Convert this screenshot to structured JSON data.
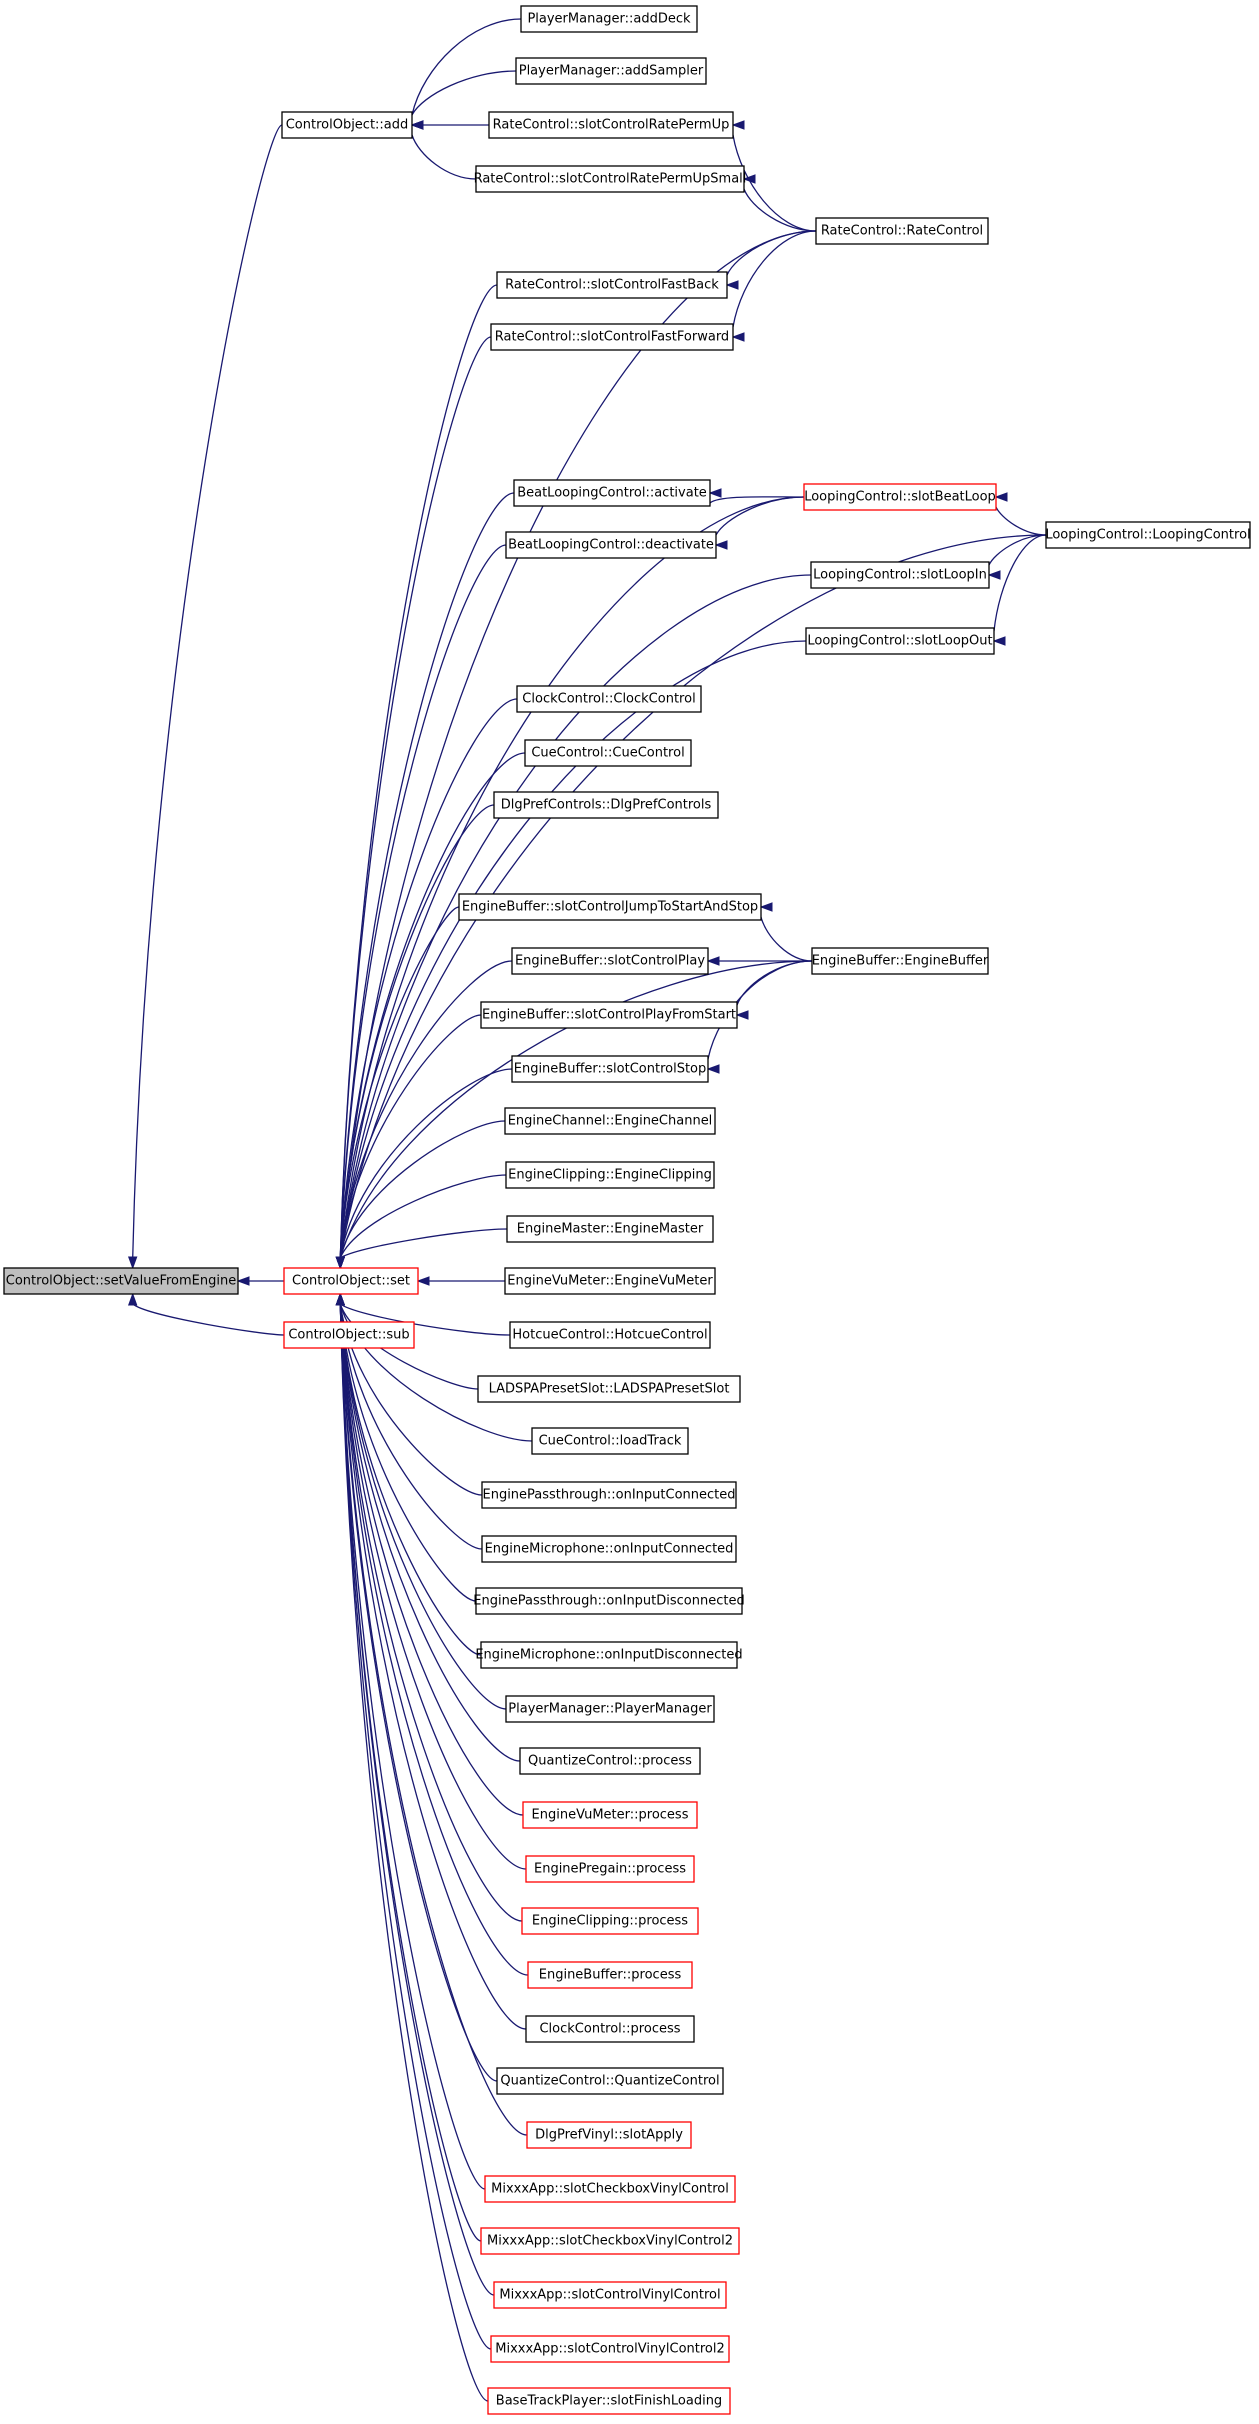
{
  "diagram": {
    "type": "call-graph",
    "nodes": [
      {
        "id": "root",
        "label": "ControlObject::setValueFromEngine",
        "style": "root"
      },
      {
        "id": "set",
        "label": "ControlObject::set",
        "style": "red"
      },
      {
        "id": "sub",
        "label": "ControlObject::sub",
        "style": "red"
      },
      {
        "id": "add",
        "label": "ControlObject::add",
        "style": "normal"
      },
      {
        "id": "pm_addDeck",
        "label": "PlayerManager::addDeck",
        "style": "normal"
      },
      {
        "id": "pm_addSampler",
        "label": "PlayerManager::addSampler",
        "style": "normal"
      },
      {
        "id": "rc_permUp",
        "label": "RateControl::slotControlRatePermUp",
        "style": "normal"
      },
      {
        "id": "rc_permUpSmall",
        "label": "RateControl::slotControlRatePermUpSmall",
        "style": "normal"
      },
      {
        "id": "rc_ctor",
        "label": "RateControl::RateControl",
        "style": "normal"
      },
      {
        "id": "rc_fastBack",
        "label": "RateControl::slotControlFastBack",
        "style": "normal"
      },
      {
        "id": "rc_fastFwd",
        "label": "RateControl::slotControlFastForward",
        "style": "normal"
      },
      {
        "id": "blc_activate",
        "label": "BeatLoopingControl::activate",
        "style": "normal"
      },
      {
        "id": "lc_beatLoop",
        "label": "LoopingControl::slotBeatLoop",
        "style": "red"
      },
      {
        "id": "lc_ctor",
        "label": "LoopingControl::LoopingControl",
        "style": "normal"
      },
      {
        "id": "blc_deactivate",
        "label": "BeatLoopingControl::deactivate",
        "style": "normal"
      },
      {
        "id": "lc_loopIn",
        "label": "LoopingControl::slotLoopIn",
        "style": "normal"
      },
      {
        "id": "lc_loopOut",
        "label": "LoopingControl::slotLoopOut",
        "style": "normal"
      },
      {
        "id": "cc_ctor",
        "label": "ClockControl::ClockControl",
        "style": "normal"
      },
      {
        "id": "cue_ctor",
        "label": "CueControl::CueControl",
        "style": "normal"
      },
      {
        "id": "dlg_ctor",
        "label": "DlgPrefControls::DlgPrefControls",
        "style": "normal"
      },
      {
        "id": "eb_jump",
        "label": "EngineBuffer::slotControlJumpToStartAndStop",
        "style": "normal"
      },
      {
        "id": "eb_play",
        "label": "EngineBuffer::slotControlPlay",
        "style": "normal"
      },
      {
        "id": "eb_ctor",
        "label": "EngineBuffer::EngineBuffer",
        "style": "normal"
      },
      {
        "id": "eb_playStart",
        "label": "EngineBuffer::slotControlPlayFromStart",
        "style": "normal"
      },
      {
        "id": "eb_stop",
        "label": "EngineBuffer::slotControlStop",
        "style": "normal"
      },
      {
        "id": "ech_ctor",
        "label": "EngineChannel::EngineChannel",
        "style": "normal"
      },
      {
        "id": "eclip_ctor",
        "label": "EngineClipping::EngineClipping",
        "style": "normal"
      },
      {
        "id": "em_ctor",
        "label": "EngineMaster::EngineMaster",
        "style": "normal"
      },
      {
        "id": "evu_ctor",
        "label": "EngineVuMeter::EngineVuMeter",
        "style": "normal"
      },
      {
        "id": "hc_ctor",
        "label": "HotcueControl::HotcueControl",
        "style": "normal"
      },
      {
        "id": "ladspa_ctor",
        "label": "LADSPAPresetSlot::LADSPAPresetSlot",
        "style": "normal"
      },
      {
        "id": "cue_load",
        "label": "CueControl::loadTrack",
        "style": "normal"
      },
      {
        "id": "ep_conn",
        "label": "EnginePassthrough::onInputConnected",
        "style": "normal"
      },
      {
        "id": "emic_conn",
        "label": "EngineMicrophone::onInputConnected",
        "style": "normal"
      },
      {
        "id": "ep_disc",
        "label": "EnginePassthrough::onInputDisconnected",
        "style": "normal"
      },
      {
        "id": "emic_disc",
        "label": "EngineMicrophone::onInputDisconnected",
        "style": "normal"
      },
      {
        "id": "pm_ctor",
        "label": "PlayerManager::PlayerManager",
        "style": "normal"
      },
      {
        "id": "qc_process",
        "label": "QuantizeControl::process",
        "style": "normal"
      },
      {
        "id": "evu_process",
        "label": "EngineVuMeter::process",
        "style": "red"
      },
      {
        "id": "epre_process",
        "label": "EnginePregain::process",
        "style": "red"
      },
      {
        "id": "eclip_process",
        "label": "EngineClipping::process",
        "style": "red"
      },
      {
        "id": "eb_process",
        "label": "EngineBuffer::process",
        "style": "red"
      },
      {
        "id": "cc_process",
        "label": "ClockControl::process",
        "style": "normal"
      },
      {
        "id": "qc_ctor",
        "label": "QuantizeControl::QuantizeControl",
        "style": "normal"
      },
      {
        "id": "dlgv_apply",
        "label": "DlgPrefVinyl::slotApply",
        "style": "red"
      },
      {
        "id": "mx_cb1",
        "label": "MixxxApp::slotCheckboxVinylControl",
        "style": "red"
      },
      {
        "id": "mx_cb2",
        "label": "MixxxApp::slotCheckboxVinylControl2",
        "style": "red"
      },
      {
        "id": "mx_vc1",
        "label": "MixxxApp::slotControlVinylControl",
        "style": "red"
      },
      {
        "id": "mx_vc2",
        "label": "MixxxApp::slotControlVinylControl2",
        "style": "red"
      },
      {
        "id": "btp_finish",
        "label": "BaseTrackPlayer::slotFinishLoading",
        "style": "red"
      }
    ],
    "edges": [
      [
        "add",
        "root"
      ],
      [
        "set",
        "root"
      ],
      [
        "sub",
        "root"
      ],
      [
        "pm_addDeck",
        "add"
      ],
      [
        "pm_addSampler",
        "add"
      ],
      [
        "rc_permUp",
        "add"
      ],
      [
        "rc_permUpSmall",
        "add"
      ],
      [
        "rc_ctor",
        "rc_permUp"
      ],
      [
        "rc_ctor",
        "rc_permUpSmall"
      ],
      [
        "rc_ctor",
        "rc_fastBack"
      ],
      [
        "rc_ctor",
        "rc_fastFwd"
      ],
      [
        "rc_ctor",
        "set"
      ],
      [
        "rc_fastBack",
        "set"
      ],
      [
        "rc_fastFwd",
        "set"
      ],
      [
        "lc_ctor",
        "set"
      ],
      [
        "blc_activate",
        "set"
      ],
      [
        "lc_beatLoop",
        "blc_activate"
      ],
      [
        "lc_beatLoop",
        "blc_deactivate"
      ],
      [
        "lc_ctor",
        "lc_beatLoop"
      ],
      [
        "lc_beatLoop",
        "set"
      ],
      [
        "blc_deactivate",
        "set"
      ],
      [
        "lc_ctor",
        "lc_loopIn"
      ],
      [
        "lc_ctor",
        "lc_loopOut"
      ],
      [
        "lc_loopIn",
        "set"
      ],
      [
        "lc_loopOut",
        "set"
      ],
      [
        "cc_ctor",
        "set"
      ],
      [
        "cue_ctor",
        "set"
      ],
      [
        "dlg_ctor",
        "set"
      ],
      [
        "eb_ctor",
        "set"
      ],
      [
        "eb_ctor",
        "eb_jump"
      ],
      [
        "eb_ctor",
        "eb_play"
      ],
      [
        "eb_ctor",
        "eb_playStart"
      ],
      [
        "eb_ctor",
        "eb_stop"
      ],
      [
        "eb_jump",
        "set"
      ],
      [
        "eb_play",
        "set"
      ],
      [
        "eb_playStart",
        "set"
      ],
      [
        "eb_stop",
        "set"
      ],
      [
        "ech_ctor",
        "set"
      ],
      [
        "eclip_ctor",
        "set"
      ],
      [
        "em_ctor",
        "set"
      ],
      [
        "evu_ctor",
        "set"
      ],
      [
        "hc_ctor",
        "set"
      ],
      [
        "ladspa_ctor",
        "set"
      ],
      [
        "cue_load",
        "set"
      ],
      [
        "ep_conn",
        "set"
      ],
      [
        "emic_conn",
        "set"
      ],
      [
        "ep_disc",
        "set"
      ],
      [
        "emic_disc",
        "set"
      ],
      [
        "pm_ctor",
        "set"
      ],
      [
        "qc_process",
        "set"
      ],
      [
        "evu_process",
        "set"
      ],
      [
        "epre_process",
        "set"
      ],
      [
        "eclip_process",
        "set"
      ],
      [
        "eb_process",
        "set"
      ],
      [
        "cc_process",
        "set"
      ],
      [
        "qc_ctor",
        "set"
      ],
      [
        "dlgv_apply",
        "set"
      ],
      [
        "mx_cb1",
        "set"
      ],
      [
        "mx_cb2",
        "set"
      ],
      [
        "mx_vc1",
        "set"
      ],
      [
        "mx_vc2",
        "set"
      ],
      [
        "btp_finish",
        "set"
      ]
    ]
  }
}
